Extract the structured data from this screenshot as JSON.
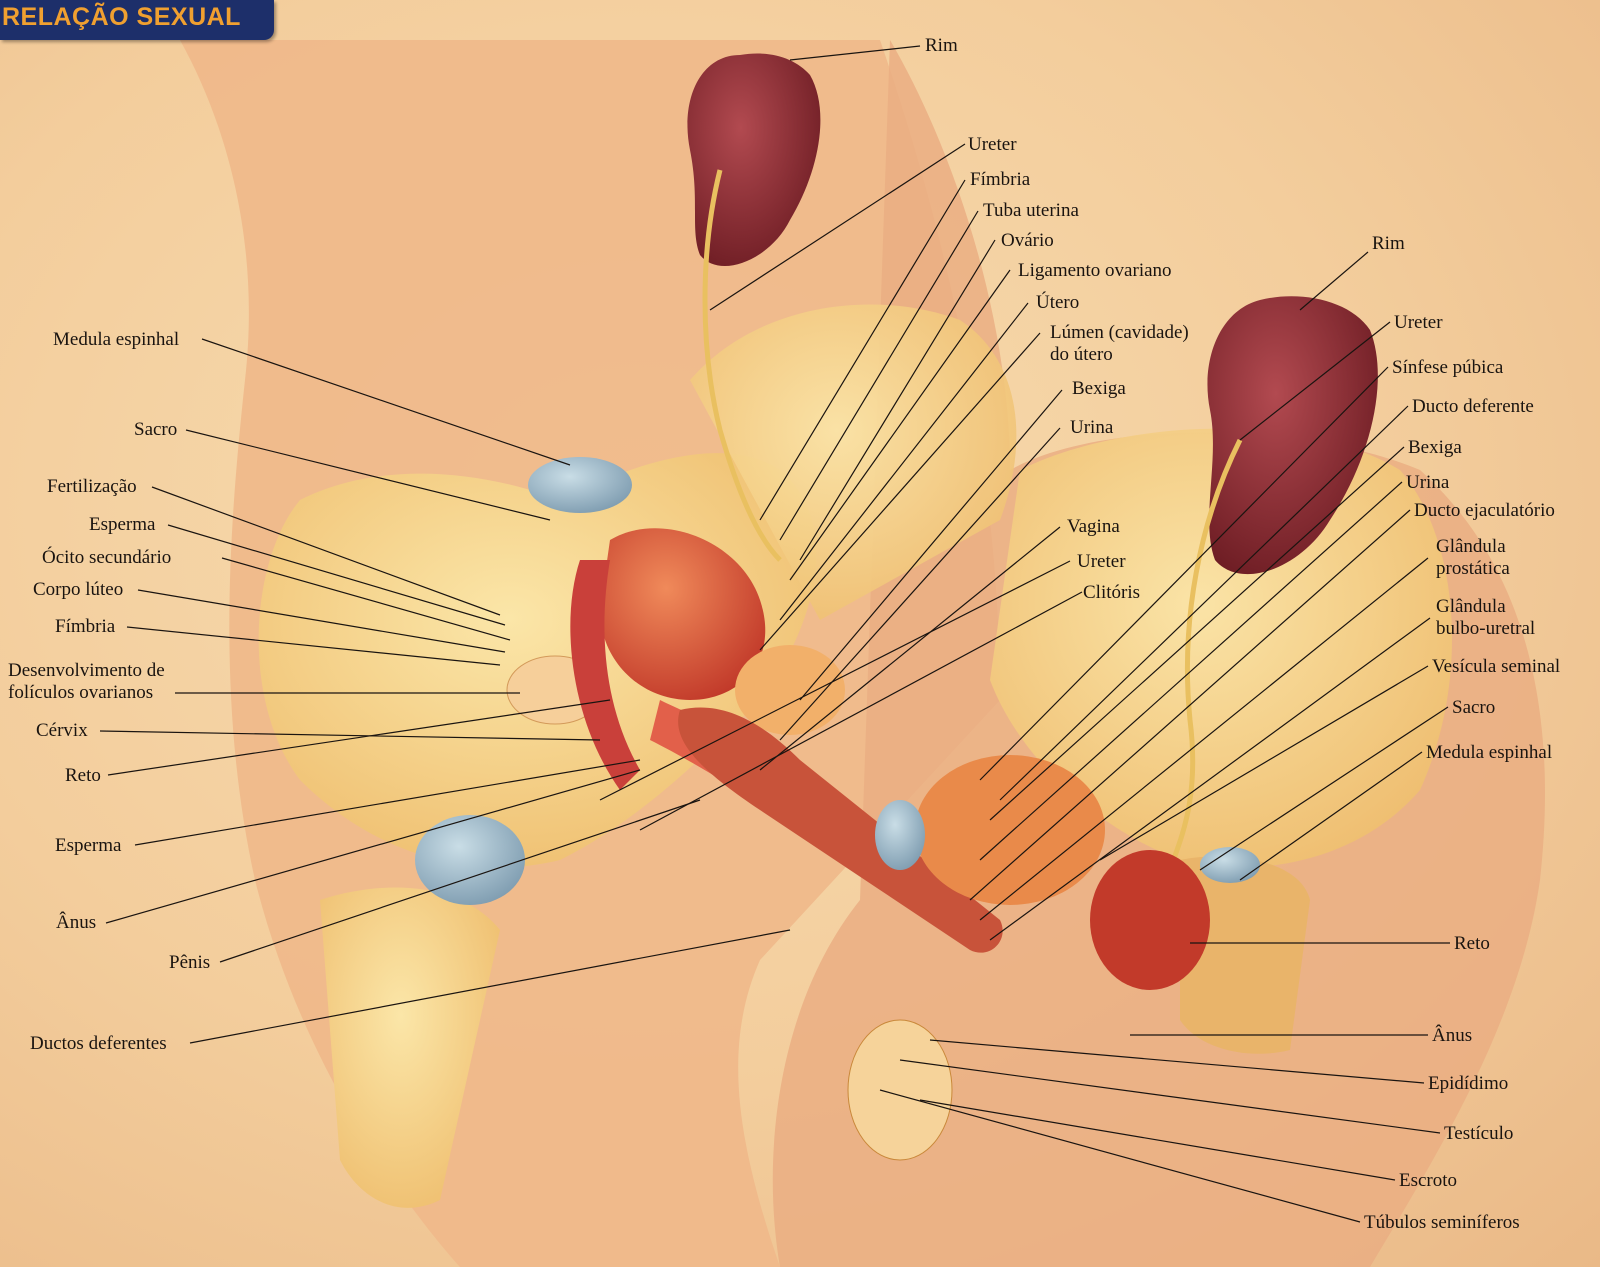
{
  "title": "RELAÇÃO SEXUAL",
  "colors": {
    "background": "#f3cd9c",
    "skin": "#f0b98e",
    "bone": "#f6d68c",
    "kidney": "#8a2a2e",
    "organ": "#d9503a",
    "cartilage": "#9db8c8",
    "title_bg": "#1d2f6a",
    "title_text": "#f0a030"
  },
  "labels": {
    "left": {
      "medula": "Medula espinhal",
      "sacro": "Sacro",
      "fertilizacao": "Fertilização",
      "esperma1": "Esperma",
      "ocito": "Ócito secundário",
      "corpo": "Corpo lúteo",
      "fimbria": "Fímbria",
      "desenv1": "Desenvolvimento de",
      "desenv2": "folículos ovarianos",
      "cervix": "Cérvix",
      "reto": "Reto",
      "esperma2": "Esperma",
      "anus": "Ânus",
      "penis": "Pênis",
      "ductos": "Ductos deferentes"
    },
    "center": {
      "rim": "Rim",
      "ureter": "Ureter",
      "fimbria": "Fímbria",
      "tuba": "Tuba uterina",
      "ovario": "Ovário",
      "ligamento": "Ligamento ovariano",
      "utero": "Útero",
      "lumen1": "Lúmen (cavidade)",
      "lumen2": "do útero",
      "bexiga": "Bexiga",
      "urina": "Urina",
      "vagina": "Vagina",
      "ureter2": "Ureter",
      "clitoris": "Clitóris"
    },
    "right": {
      "rim": "Rim",
      "ureter": "Ureter",
      "sinfese": "Sínfese púbica",
      "ducto_def": "Ducto deferente",
      "bexiga": "Bexiga",
      "urina": "Urina",
      "ducto_ejac": "Ducto ejaculatório",
      "prostata1": "Glândula",
      "prostata2": "prostática",
      "bulbo1": "Glândula",
      "bulbo2": "bulbo-uretral",
      "vesicula": "Vesícula seminal",
      "sacro": "Sacro",
      "medula": "Medula espinhal",
      "reto": "Reto",
      "anus": "Ânus",
      "epididimo": "Epidídimo",
      "testiculo": "Testículo",
      "escroto": "Escroto",
      "tubulos": "Túbulos seminíferos"
    }
  }
}
